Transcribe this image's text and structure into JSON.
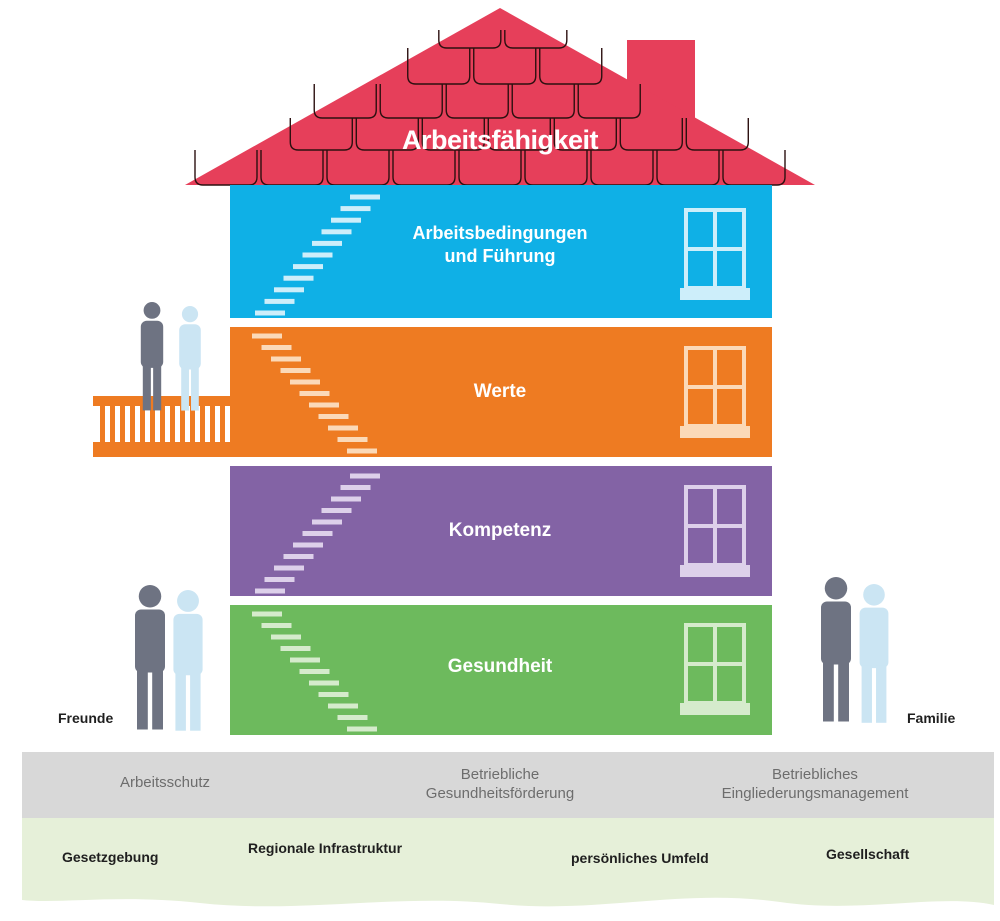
{
  "house": {
    "roof": {
      "label": "Arbeitsfähigkeit",
      "color": "#e63f5a"
    },
    "floors": [
      {
        "label": "Arbeitsbedingungen\nund Führung",
        "color": "#0fb0e6"
      },
      {
        "label": "Werte",
        "color": "#ee7b22"
      },
      {
        "label": "Kompetenz",
        "color": "#8363a5"
      },
      {
        "label": "Gesundheit",
        "color": "#6dba5d"
      }
    ]
  },
  "people": {
    "left_label": "Freunde",
    "right_label": "Familie"
  },
  "foundation": {
    "color": "#d8d8d8",
    "items": [
      "Arbeitsschutz",
      "Betriebliche\nGesundheitsförderung",
      "Betriebliches\nEingliederungsmanagement"
    ]
  },
  "ground": {
    "color": "#e6f0d9",
    "items": [
      "Gesetzgebung",
      "Regionale Infrastruktur",
      "persönliches Umfeld",
      "Gesellschaft"
    ]
  }
}
